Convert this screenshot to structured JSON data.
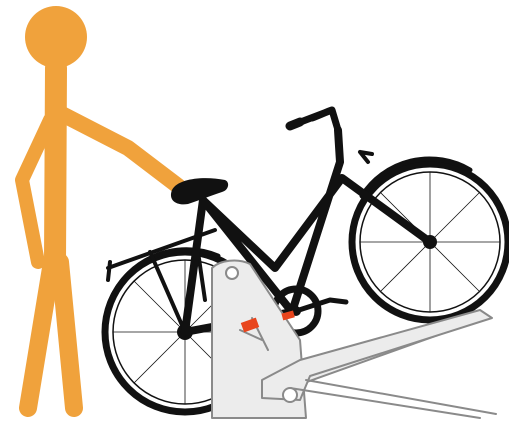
{
  "illustration": {
    "figure": {
      "name": "stick-figure-person",
      "color": "#f0a23c"
    },
    "bicycle": {
      "name": "city-bicycle",
      "color": "#111111"
    },
    "rack": {
      "name": "bicycle-parking-rack",
      "fill_color": "#ececec",
      "outline_color": "#8a8a8a"
    },
    "marker": {
      "name": "rack-clamp-marker",
      "color": "#e8451d"
    }
  }
}
